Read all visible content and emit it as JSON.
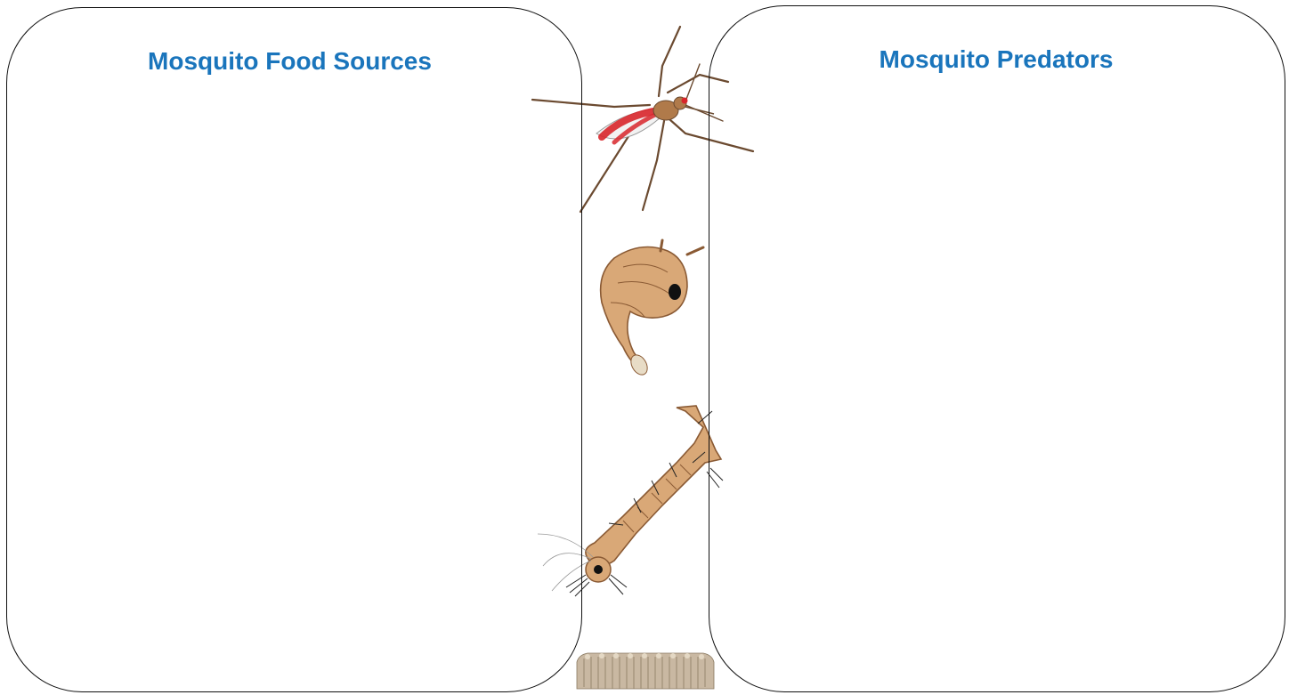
{
  "left_panel": {
    "title": "Mosquito Food Sources"
  },
  "right_panel": {
    "title": "Mosquito Predators"
  },
  "life_cycle": {
    "stages": [
      "adult-mosquito",
      "pupa",
      "larva",
      "eggs"
    ]
  },
  "colors": {
    "title": "#1a75bc",
    "border": "#111111",
    "body_tan": "#d9a877",
    "body_dark": "#8a5a34",
    "wing_red": "#d8262b",
    "egg": "#c9b8a2"
  }
}
